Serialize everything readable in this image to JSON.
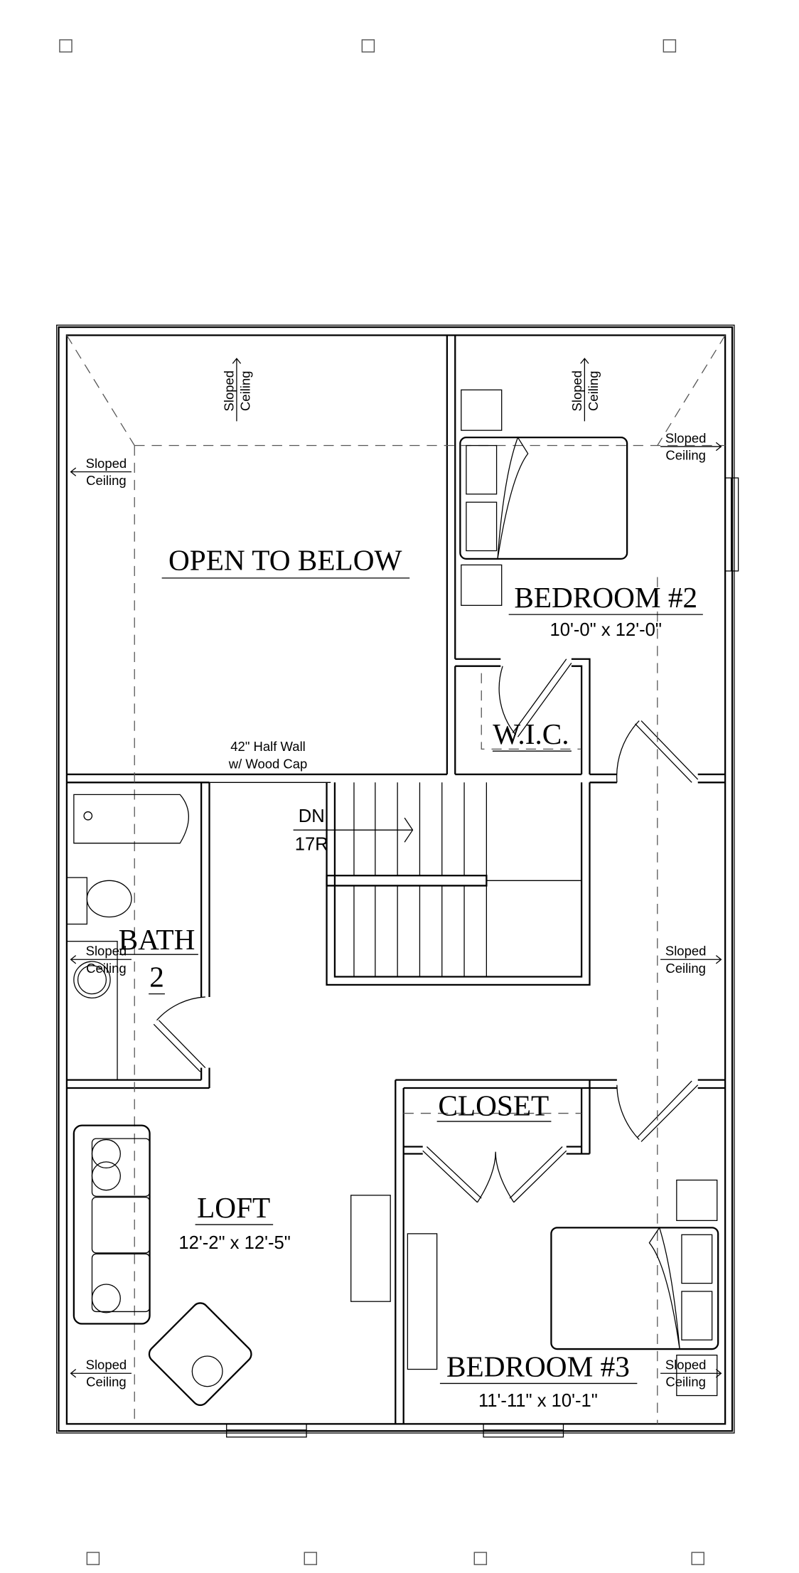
{
  "rooms": {
    "open_to_below": "OPEN TO BELOW",
    "bedroom2": {
      "name": "BEDROOM #2",
      "size": "10'-0\" x 12'-0\""
    },
    "wic": "W.I.C.",
    "bath": {
      "name": "BATH",
      "number": "2"
    },
    "loft": {
      "name": "LOFT",
      "size": "12'-2\" x 12'-5\""
    },
    "closet": "CLOSET",
    "bedroom3": {
      "name": "BEDROOM #3",
      "size": "11'-11\" x 10'-1\""
    }
  },
  "notes": {
    "half_wall_1": "42\" Half Wall",
    "half_wall_2": "w/ Wood Cap",
    "stair_dir": "DN",
    "stair_risers": "17R",
    "sloped": "Sloped",
    "ceiling": "Ceiling"
  }
}
